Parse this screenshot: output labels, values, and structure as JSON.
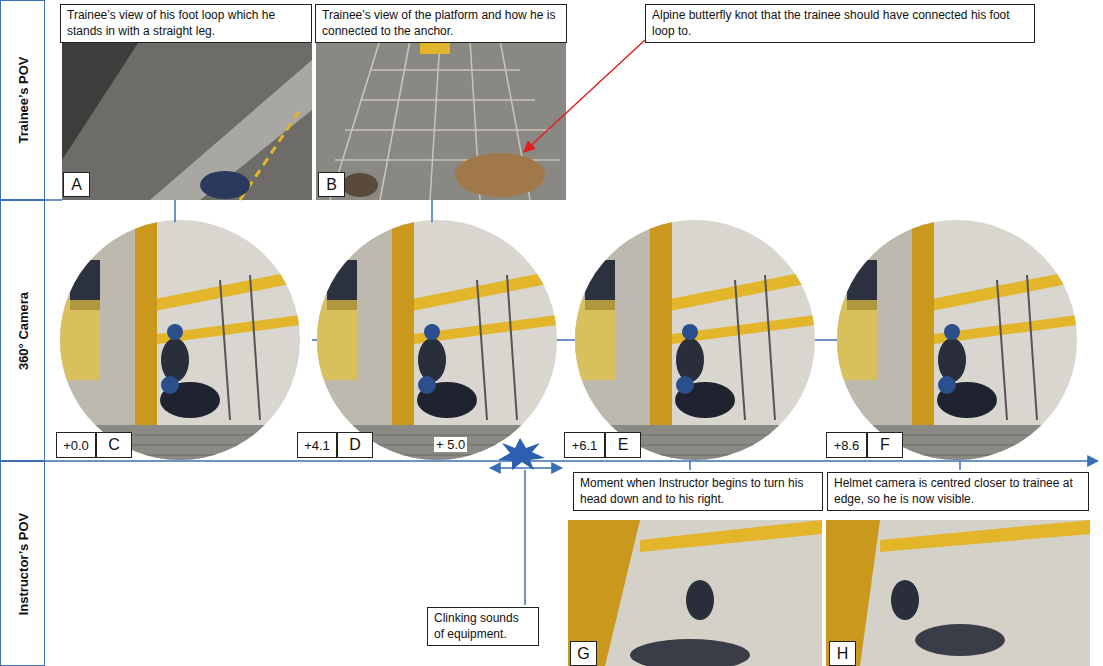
{
  "diagram": {
    "nodes": [
      {
        "text": [
          "Trainee’s POV"
        ]
      },
      {
        "text": [
          "360° Camera"
        ]
      },
      {
        "text": [
          "Instructor’s POV"
        ]
      },
      {
        "text": [
          "Trainee’s view of his foot loop which he stands in with a straight leg."
        ]
      },
      {
        "text": [
          "A"
        ]
      },
      {
        "text": [
          "Trainee’s view of the platform and how he is connected to the anchor."
        ]
      },
      {
        "text": [
          "B"
        ]
      },
      {
        "text": [
          "Alpine butterfly knot that the trainee should have connected his foot loop to."
        ]
      },
      {
        "text": [
          "+0.0"
        ]
      },
      {
        "text": [
          "C"
        ]
      },
      {
        "text": [
          "+4.1"
        ]
      },
      {
        "text": [
          "D"
        ]
      },
      {
        "text": [
          "+6.1"
        ]
      },
      {
        "text": [
          "E"
        ]
      },
      {
        "text": [
          "+8.6"
        ]
      },
      {
        "text": [
          "F"
        ]
      },
      {
        "text": [
          "Moment when Instructor begins to turn his head down and to his right."
        ]
      },
      {
        "text": [
          "G"
        ]
      },
      {
        "text": [
          "Helmet camera is centred closer to trainee at edge, so he is now visible."
        ]
      },
      {
        "text": [
          "H"
        ]
      },
      {
        "text": [
          "Clinking sounds of equipment."
        ]
      }
    ],
    "labels": [
      "+ 5.0"
    ]
  }
}
